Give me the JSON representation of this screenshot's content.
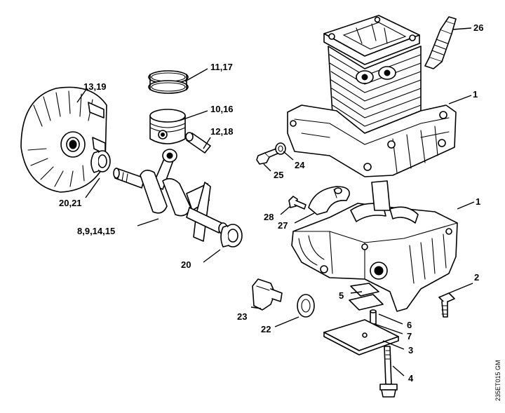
{
  "callouts": {
    "c26": "26",
    "c1_top": "1",
    "c11_17": "11,17",
    "c13_19": "13,19",
    "c10_16": "10,16",
    "c12_18": "12,18",
    "c24": "24",
    "c25": "25",
    "c20_21": "20,21",
    "c1_bottom": "1",
    "c28": "28",
    "c27": "27",
    "c8_9_14_15": "8,9,14,15",
    "c20": "20",
    "c2": "2",
    "c5": "5",
    "c23": "23",
    "c22": "22",
    "c6": "6",
    "c7": "7",
    "c3": "3",
    "c4": "4"
  },
  "drawing_code": "235ET015 GM"
}
